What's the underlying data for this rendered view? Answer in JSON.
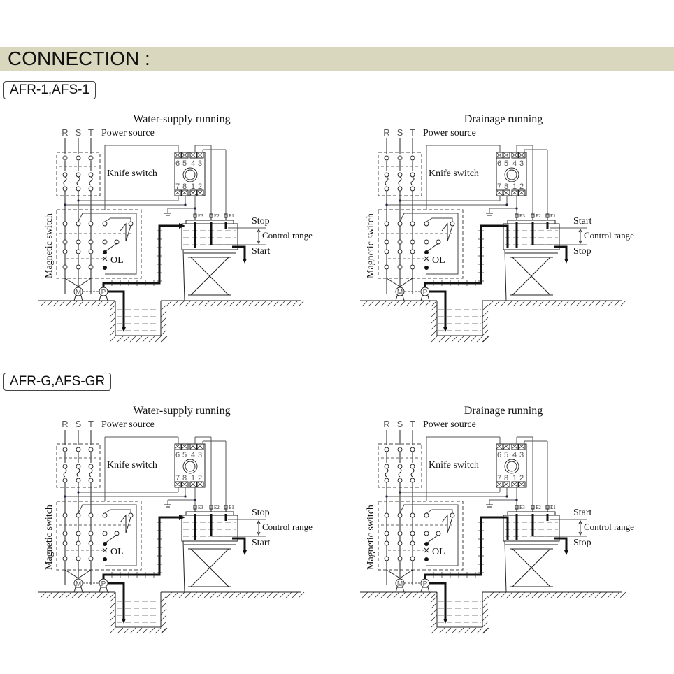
{
  "header": {
    "title": "CONNECTION :"
  },
  "sections": [
    {
      "model": "AFR-1,AFS-1",
      "diagrams": [
        {
          "title": "Water-supply running",
          "mode": "supply",
          "upper_label": "Stop",
          "lower_label": "Start"
        },
        {
          "title": "Drainage running",
          "mode": "drain",
          "upper_label": "Start",
          "lower_label": "Stop"
        }
      ]
    },
    {
      "model": "AFR-G,AFS-GR",
      "diagrams": [
        {
          "title": "Water-supply running",
          "mode": "supply",
          "upper_label": "Stop",
          "lower_label": "Start"
        },
        {
          "title": "Drainage running",
          "mode": "drain",
          "upper_label": "Start",
          "lower_label": "Stop"
        }
      ]
    }
  ],
  "labels": {
    "phases": [
      "R",
      "S",
      "T"
    ],
    "power_source": "Power source",
    "knife_switch": "Knife switch",
    "magnetic_switch": "Magnetic switch",
    "overload": "OL",
    "control_range": "Control range",
    "motor": "M",
    "pump": "P",
    "relay_top_terminals": [
      "6",
      "5",
      "4",
      "3"
    ],
    "relay_bottom_terminals": [
      "7",
      "8",
      "1",
      "2"
    ],
    "electrodes": [
      "E3",
      "E2",
      "E1"
    ]
  },
  "colors": {
    "band": "#d9d7bd",
    "line": "#111111",
    "wire": "#555555"
  }
}
